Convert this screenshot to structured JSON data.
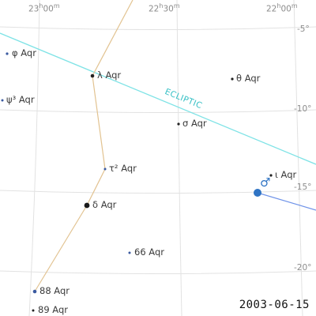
{
  "map": {
    "ra_labels": [
      {
        "id": "ra-23h00",
        "text": "23h00m"
      },
      {
        "id": "ra-22h30",
        "text": "22h30m"
      },
      {
        "id": "ra-22h00",
        "text": "22h00m"
      }
    ],
    "dec_labels": [
      {
        "id": "dec-5",
        "text": "-5°"
      },
      {
        "id": "dec-10",
        "text": "-10°"
      },
      {
        "id": "dec-15",
        "text": "-15°"
      },
      {
        "id": "dec-20",
        "text": "-20°"
      }
    ],
    "stars": [
      {
        "id": "phi-aqr",
        "label": "φ Aqr",
        "mag": "small"
      },
      {
        "id": "lambda-aqr",
        "label": "λ Aqr",
        "mag": "medium"
      },
      {
        "id": "psi3-aqr",
        "label": "ψ³ Aqr",
        "mag": "small"
      },
      {
        "id": "theta-aqr",
        "label": "θ Aqr",
        "mag": "small"
      },
      {
        "id": "sigma-aqr",
        "label": "σ Aqr",
        "mag": "small"
      },
      {
        "id": "iota-aqr",
        "label": "ι Aqr",
        "mag": "small"
      },
      {
        "id": "tau2-aqr",
        "label": "τ² Aqr",
        "mag": "small"
      },
      {
        "id": "delta-aqr",
        "label": "δ Aqr",
        "mag": "large"
      },
      {
        "id": "66-aqr",
        "label": "66 Aqr",
        "mag": "small"
      },
      {
        "id": "88-aqr",
        "label": "88 Aqr",
        "mag": "medium"
      },
      {
        "id": "89-aqr",
        "label": "89 Aqr",
        "mag": "small"
      }
    ],
    "ecliptic_label": "ECLIPTIC",
    "planet": {
      "name": "Mars",
      "symbol": "♂"
    },
    "date": "2003-06-15",
    "colors": {
      "grid": "#e2e2e2",
      "ecliptic": "#7fe3e6",
      "ecliptic_text": "#33bfc4",
      "constellation_line": "#e2c391",
      "planet": "#2f74c4",
      "planet_path": "#6f93e8",
      "star": "#222222",
      "star_blue": "#3b5aa0"
    }
  }
}
